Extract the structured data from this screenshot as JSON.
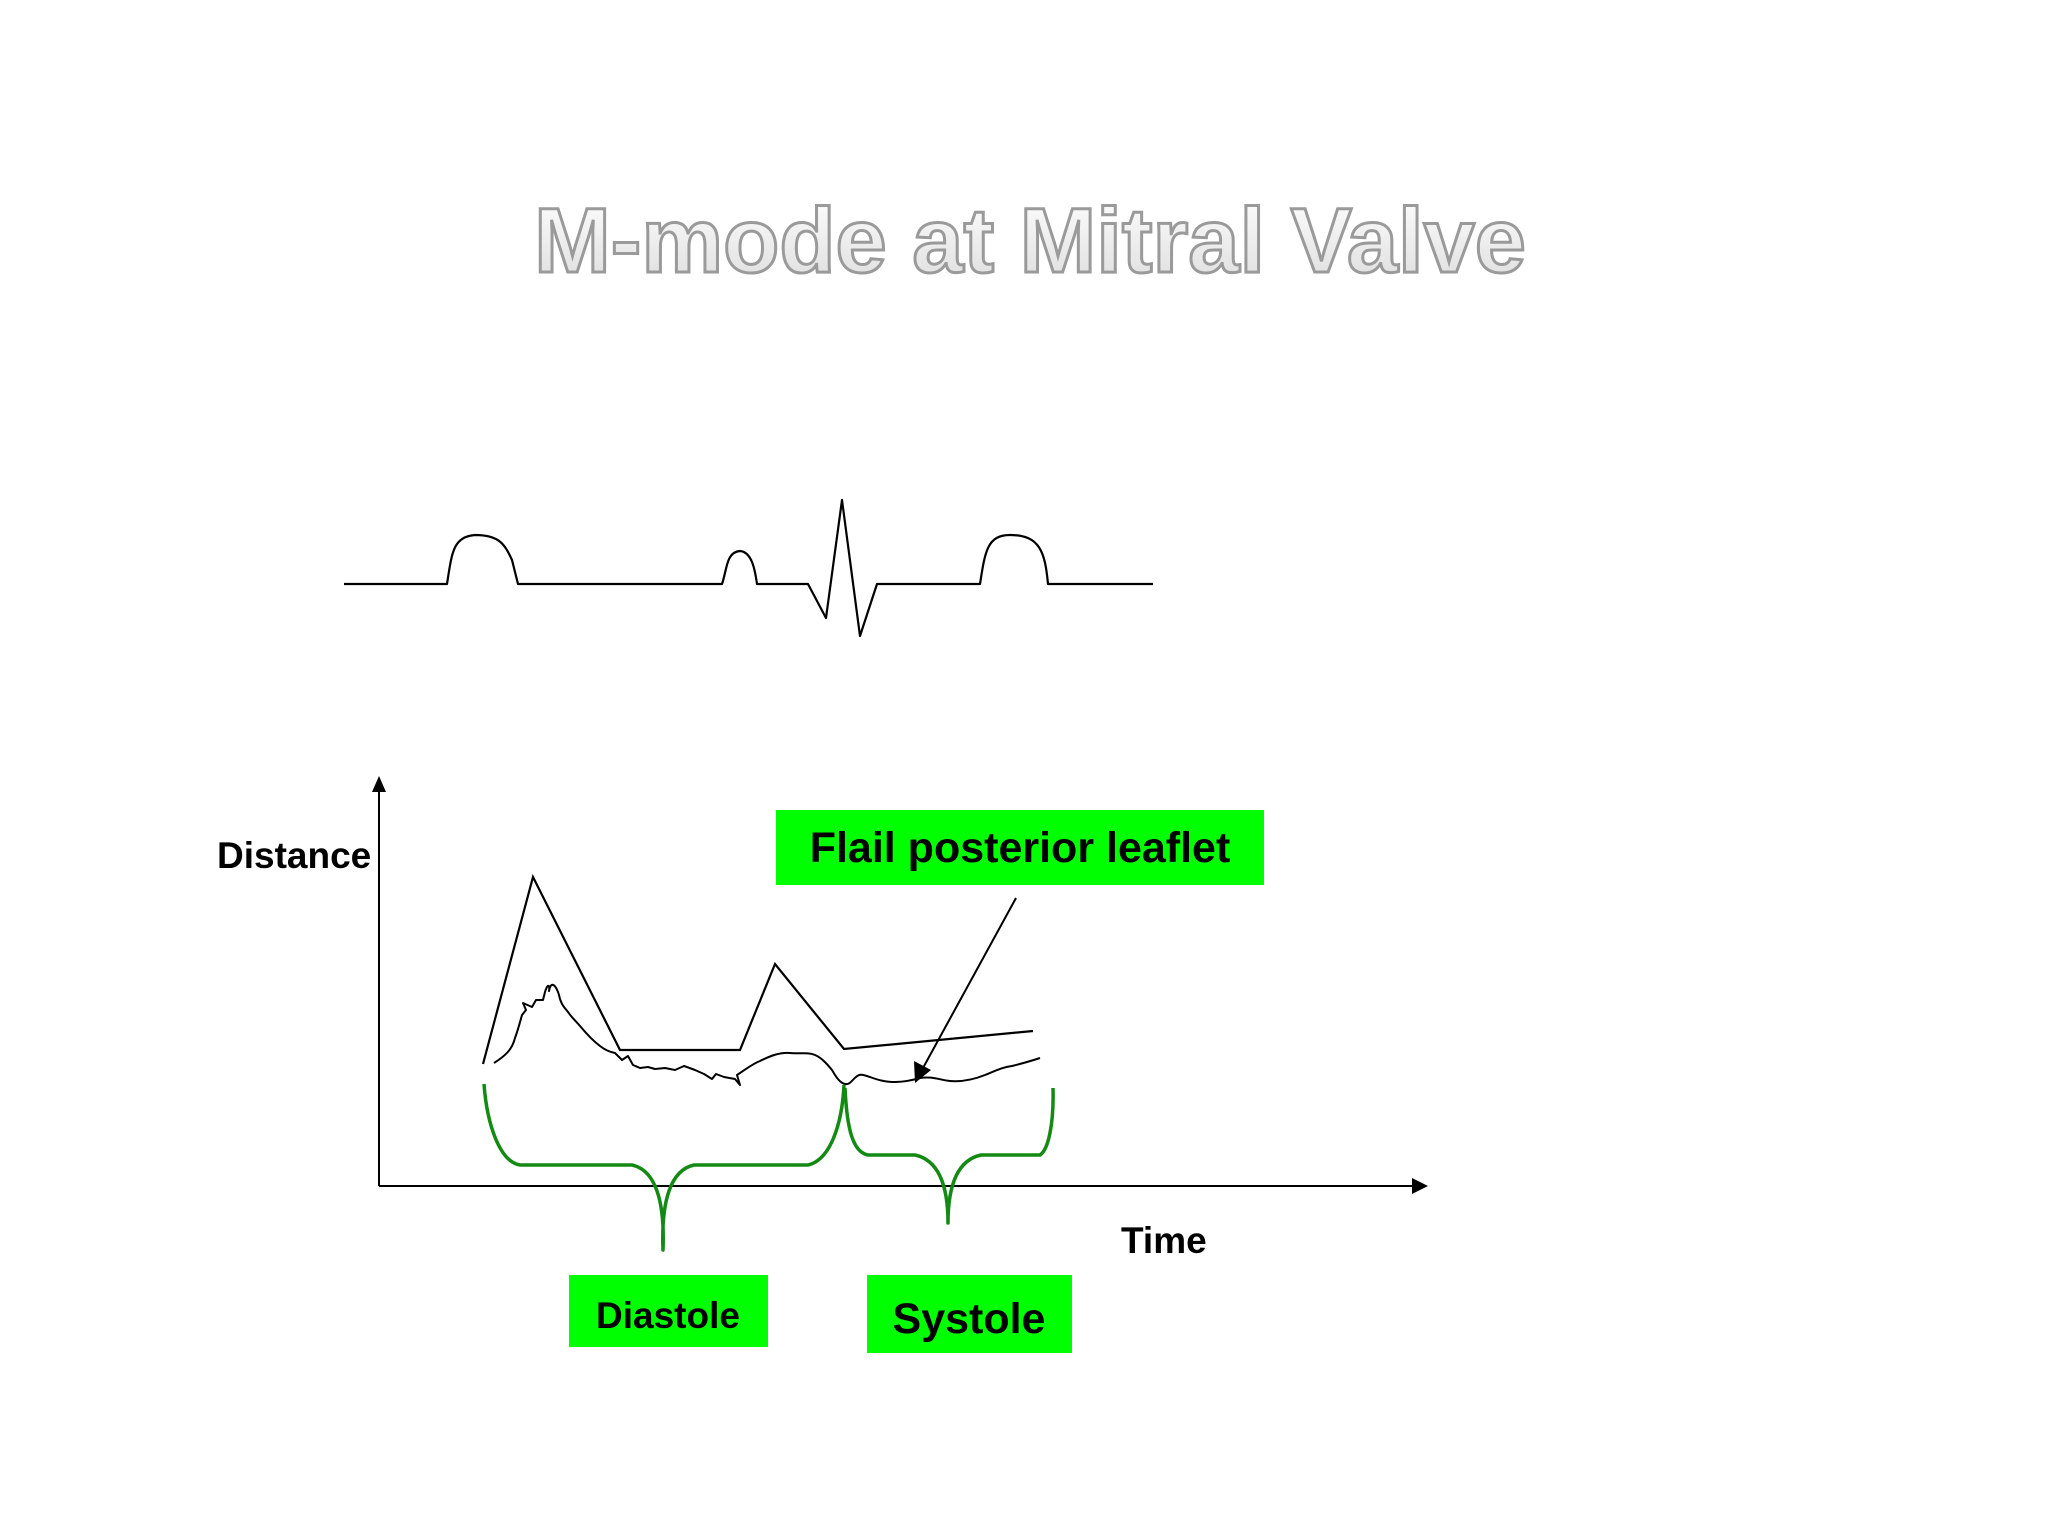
{
  "title": "M-mode at Mitral Valve",
  "axes": {
    "y_label": "Distance",
    "x_label": "Time"
  },
  "annotations": {
    "flail_label": "Flail posterior leaflet",
    "diastole_label": "Diastole",
    "systole_label": "Systole"
  },
  "colors": {
    "label_box": "#00ff00",
    "brace": "#138a13",
    "trace": "#000000",
    "title_outline": "#9a9a9a",
    "title_fill": "#f3f3f3"
  }
}
